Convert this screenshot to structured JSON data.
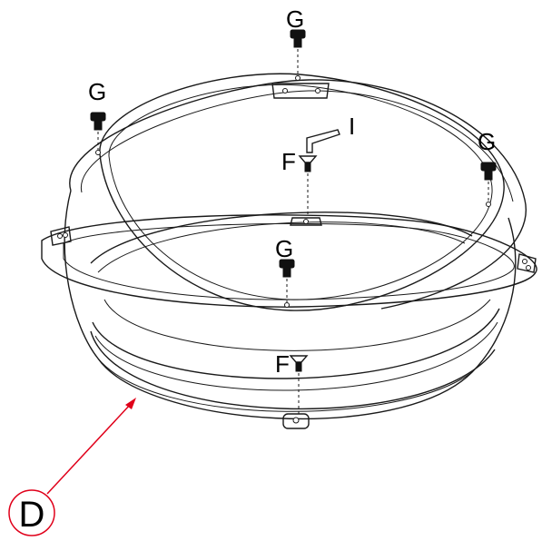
{
  "labels": {
    "g": "G",
    "f": "F",
    "i": "I",
    "d": "D"
  },
  "icons": {
    "g_part": "knob-bolt-icon",
    "f_part": "countersunk-screw-icon",
    "i_part": "allen-key-icon"
  },
  "colors": {
    "line": "#1a1a1a",
    "callout": "#e0001a"
  }
}
